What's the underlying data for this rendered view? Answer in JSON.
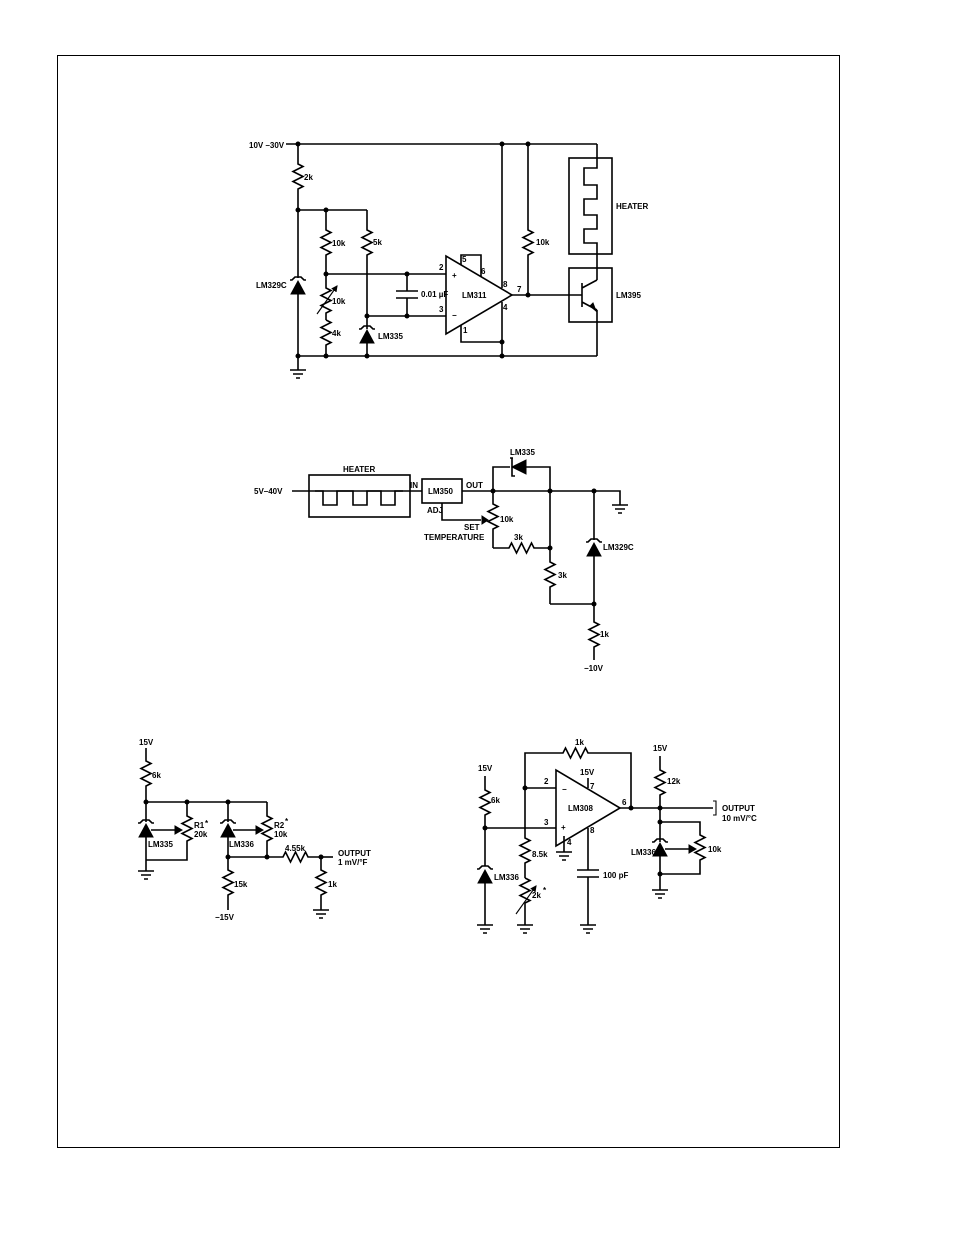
{
  "circuit1": {
    "supply": "10V –30V",
    "r_top": "2k",
    "r_a": "10k",
    "r_b": "5k",
    "pot": "10k",
    "r_c": "4k",
    "ref": "LM329C",
    "sensor": "LM335",
    "cap": "0.01 µF",
    "opamp": "LM311",
    "pin2": "2",
    "pin3": "3",
    "pin5": "5",
    "pin6": "6",
    "pin8": "8",
    "pin4": "4",
    "pin1": "1",
    "pin7": "7",
    "plus": "+",
    "minus": "−",
    "r_pull": "10k",
    "heater": "HEATER",
    "transistor": "LM395"
  },
  "circuit2": {
    "supply": "5V–40V",
    "heater": "HEATER",
    "in": "IN",
    "reg": "LM350",
    "out": "OUT",
    "adj": "ADJ",
    "sensor": "LM335",
    "pot": "10k",
    "set1": "SET",
    "set2": "TEMPERATURE",
    "r_a": "3k",
    "r_b": "3k",
    "ref": "LM329C",
    "r_c": "1k",
    "neg": "−10V"
  },
  "circuit3": {
    "supply": "15V",
    "r_top": "6k",
    "r1": "R1",
    "r1_star": "*",
    "r1_val": "20k",
    "sensor1": "LM335",
    "sensor2": "LM336",
    "r2": "R2",
    "r2_star": "*",
    "r2_val": "10k",
    "r_series": "4.55k",
    "output1": "OUTPUT",
    "output2": "1 mV/°F",
    "r_load": "1k",
    "r_bot": "15k",
    "neg": "−15V"
  },
  "circuit4": {
    "supply": "15V",
    "r_top": "6k",
    "r_fb": "1k",
    "vcc": "15V",
    "opamp": "LM308",
    "pin2": "2",
    "pin3": "3",
    "pin7": "7",
    "pin6": "6",
    "pin4": "4",
    "pin8": "8",
    "plus": "+",
    "minus": "−",
    "r_div": "8.5k",
    "pot": "2k",
    "pot_star": "*",
    "sensor": "LM336",
    "cap": "100 pF",
    "supply2": "15V",
    "r_pull": "12k",
    "output1": "OUTPUT",
    "output2": "10 mV/°C",
    "sensor2": "LM336",
    "pot2": "10k"
  }
}
